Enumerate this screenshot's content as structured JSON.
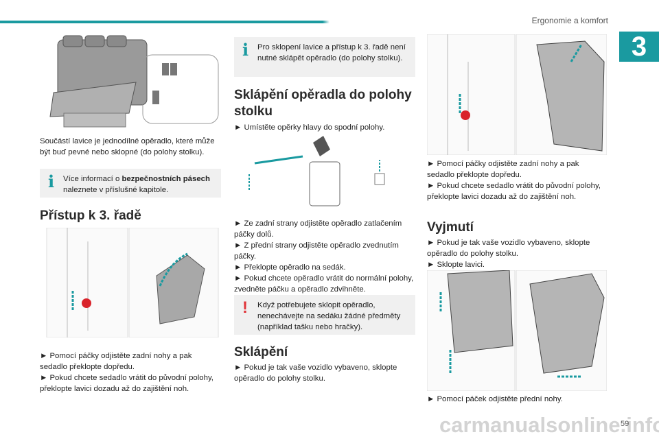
{
  "header": {
    "title": "Ergonomie a komfort",
    "chapter": "3"
  },
  "col1": {
    "intro": "Součástí lavice je jednodílné opěradlo, které může být buď pevné nebo sklopné (do polohy stolku).",
    "note_prefix": "Více informací o ",
    "note_bold": "bezpečnostních pásech",
    "note_suffix": " naleznete v příslušné kapitole.",
    "heading": "Přístup k 3. řadě",
    "step1": "► Pomocí páčky odjistěte zadní nohy a pak sedadlo překlopte dopředu.",
    "step2": "► Pokud chcete sedadlo vrátit do původní polohy, překlopte lavici dozadu až do zajištění noh."
  },
  "col2": {
    "note": "Pro sklopení lavice a přístup k 3. řadě není nutné sklápět opěradlo (do polohy stolku).",
    "heading1": "Sklápění opěradla do polohy stolku",
    "step_headrest": "► Umístěte opěrky hlavy do spodní polohy.",
    "steps": [
      "► Ze zadní strany odjistěte opěradlo zatlačením páčky dolů.",
      "► Z přední strany odjistěte opěradlo zvednutím páčky.",
      "► Překlopte opěradlo na sedák.",
      "► Pokud chcete opěradlo vrátit do normální polohy, zvedněte páčku a opěradlo zdvihněte."
    ],
    "warning": "Když potřebujete sklopit opěradlo, nenechávejte na sedáku žádné předměty (například tašku nebo hračky).",
    "heading2": "Sklápění",
    "step_fold": "► Pokud je tak vaše vozidlo vybaveno, sklopte opěradlo do polohy stolku."
  },
  "col3": {
    "step1": "► Pomocí páčky odjistěte zadní nohy a pak sedadlo překlopte dopředu.",
    "step2": "► Pokud chcete sedadlo vrátit do původní polohy, překlopte lavici dozadu až do zajištění noh.",
    "heading": "Vyjmutí",
    "step3": "► Pokud je tak vaše vozidlo vybaveno, sklopte opěradlo do polohy stolku.",
    "step4": "► Sklopte lavici.",
    "step5": "► Pomocí páček odjistěte přední nohy."
  },
  "footer": {
    "page": "59",
    "watermark": "carmanualsonline.info"
  },
  "colors": {
    "accent": "#1a9aa0",
    "warning": "#e0353a",
    "note_bg": "#f0f0f0"
  },
  "icons": [
    "info-icon",
    "warning-icon"
  ]
}
